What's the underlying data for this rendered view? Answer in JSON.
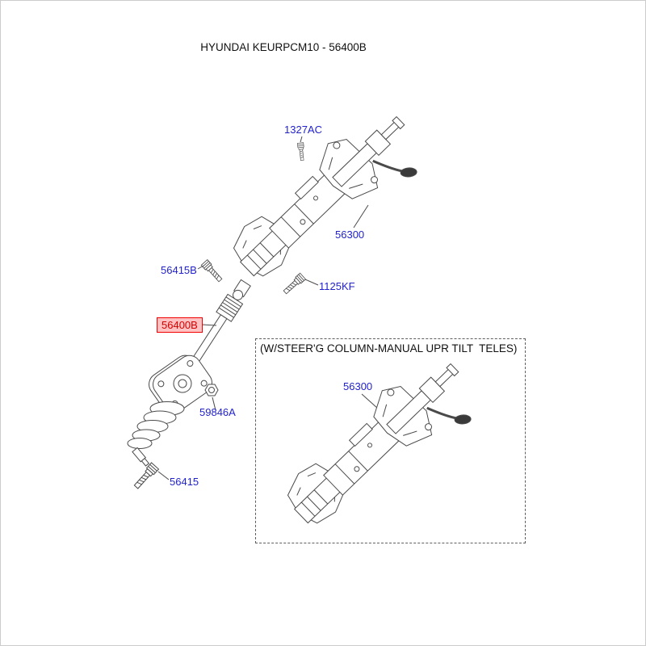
{
  "page": {
    "title": "HYUNDAI KEURPCM10 - 56400B"
  },
  "colors": {
    "part_label": "#2222cc",
    "highlight_text": "#d40000",
    "highlight_bg": "#ffc2c2",
    "highlight_border": "#f00000",
    "page_bg": "#ffffff",
    "page_border": "#cccccc",
    "line_art": "#4a4a4a"
  },
  "diagram": {
    "parts": [
      {
        "id": "1327AC",
        "highlighted": false
      },
      {
        "id": "56300",
        "highlighted": false
      },
      {
        "id": "56415B",
        "highlighted": false
      },
      {
        "id": "1125KF",
        "highlighted": false
      },
      {
        "id": "56400B",
        "highlighted": true
      },
      {
        "id": "59846A",
        "highlighted": false
      },
      {
        "id": "56415",
        "highlighted": false
      }
    ],
    "inset": {
      "caption": "(W/STEER'G COLUMN-MANUAL UPR TILT  TELES)",
      "part": {
        "id": "56300",
        "highlighted": false
      }
    }
  }
}
